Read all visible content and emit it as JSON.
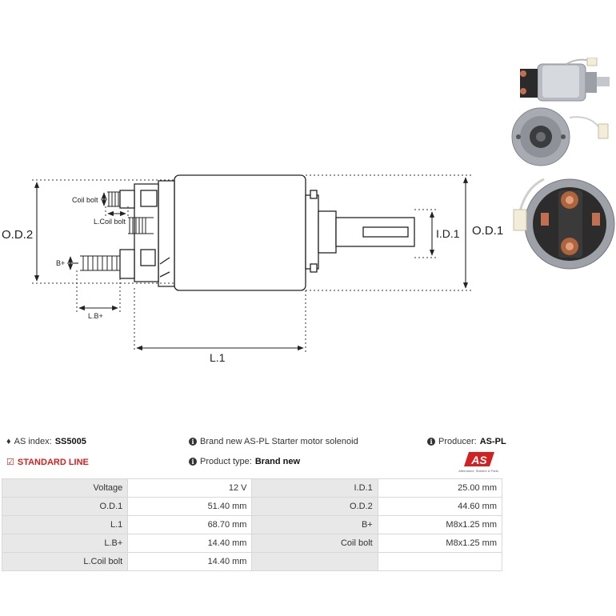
{
  "drawing": {
    "labels": {
      "od2": "O.D.2",
      "od1": "O.D.1",
      "id1": "I.D.1",
      "l1": "L.1",
      "coil_bolt": "Coil bolt",
      "l_coil_bolt": "L.Coil bolt",
      "b_plus": "B+",
      "l_b_plus": "L.B+"
    }
  },
  "info": {
    "as_index_label": "AS index:",
    "as_index_value": "SS5005",
    "line": "STANDARD LINE",
    "description": "Brand new AS-PL Starter motor solenoid",
    "product_type_label": "Product type:",
    "product_type_value": "Brand new",
    "producer_label": "Producer:",
    "producer_value": "AS-PL"
  },
  "logo": {
    "mark": "AS",
    "tagline": "Alternators, Starters & Parts",
    "color": "#d32020"
  },
  "specs": [
    [
      "Voltage",
      "12 V",
      "I.D.1",
      "25.00 mm"
    ],
    [
      "O.D.1",
      "51.40 mm",
      "O.D.2",
      "44.60 mm"
    ],
    [
      "L.1",
      "68.70 mm",
      "B+",
      "M8x1.25 mm"
    ],
    [
      "L.B+",
      "14.40 mm",
      "Coil bolt",
      "M8x1.25 mm"
    ],
    [
      "L.Coil bolt",
      "14.40 mm",
      "",
      ""
    ]
  ]
}
